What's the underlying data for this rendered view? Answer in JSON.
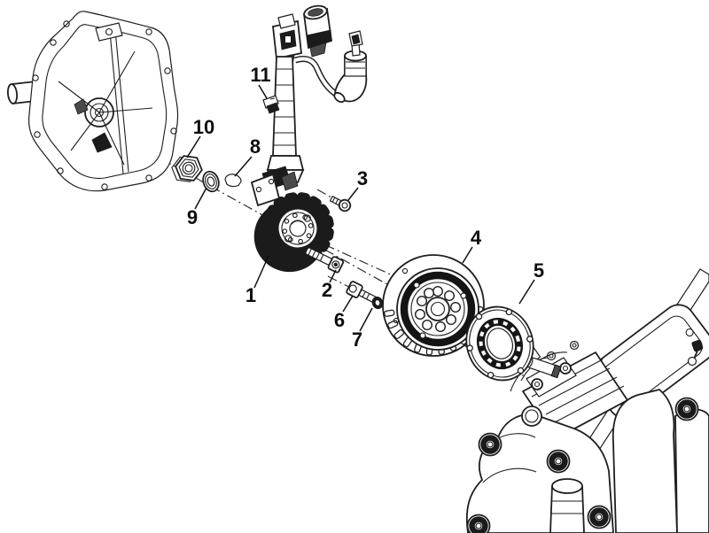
{
  "diagram": {
    "background": "#ffffff",
    "ink_color": "#1f1f1f",
    "dark_part_color": "#1b1b1b",
    "callouts": [
      {
        "label": "1"
      },
      {
        "label": "2"
      },
      {
        "label": "3"
      },
      {
        "label": "4"
      },
      {
        "label": "5"
      },
      {
        "label": "6"
      },
      {
        "label": "7"
      },
      {
        "label": "8"
      },
      {
        "label": "9"
      },
      {
        "label": "10"
      },
      {
        "label": "11"
      }
    ]
  }
}
